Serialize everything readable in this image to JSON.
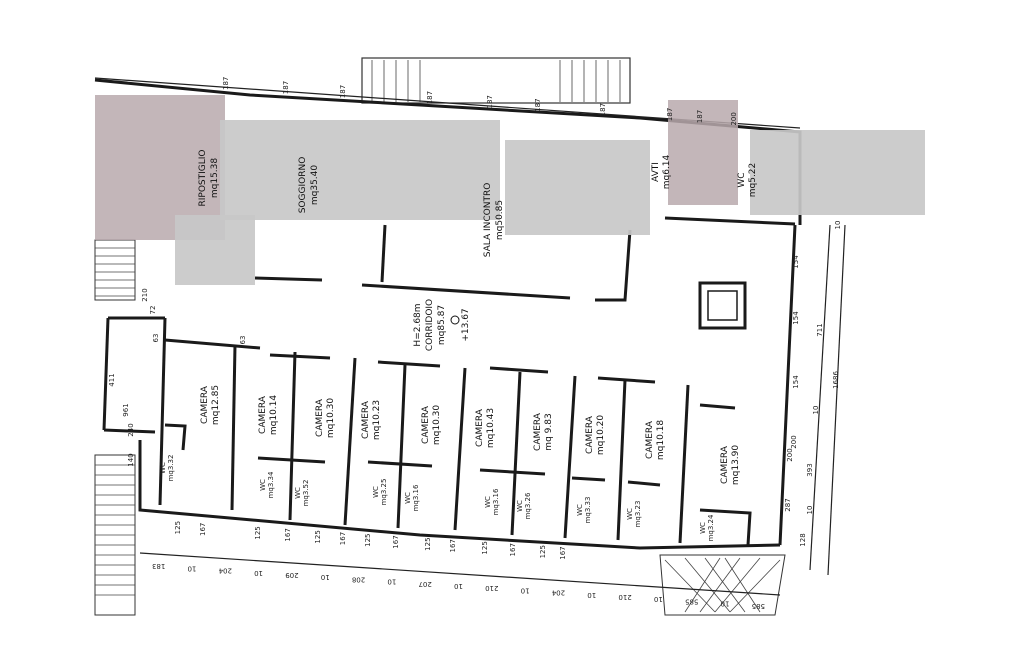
{
  "rooms": {
    "ripostiglio": {
      "name": "RIPOSTIGLIO",
      "area": "mq15.38"
    },
    "soggiorno": {
      "name": "SOGGIORNO",
      "area": "mq35.40"
    },
    "sala_incontro": {
      "name": "SALA INCONTRO",
      "area": "mq50.85"
    },
    "avti": {
      "name": "AVTI",
      "area": "mq6.14"
    },
    "wc_top": {
      "name": "WC",
      "area": "mq5.22"
    },
    "corridoio": {
      "name": "CORRIDOIO",
      "area": "mq85.87",
      "height": "H=2.68m",
      "level": "+13.67"
    },
    "cameras": [
      {
        "name": "CAMERA",
        "area": "mq12.85"
      },
      {
        "name": "CAMERA",
        "area": "mq10.14"
      },
      {
        "name": "CAMERA",
        "area": "mq10.30"
      },
      {
        "name": "CAMERA",
        "area": "mq10.23"
      },
      {
        "name": "CAMERA",
        "area": "mq10.30"
      },
      {
        "name": "CAMERA",
        "area": "mq10.43"
      },
      {
        "name": "CAMERA",
        "area": "mq 9.83"
      },
      {
        "name": "CAMERA",
        "area": "mq10.20"
      },
      {
        "name": "CAMERA",
        "area": "mq10.18"
      },
      {
        "name": "CAMERA",
        "area": "mq13.90"
      }
    ],
    "wcs": [
      {
        "name": "WC",
        "area": "mq3.32"
      },
      {
        "name": "WC",
        "area": "mq3.34"
      },
      {
        "name": "WC",
        "area": "mq3.52"
      },
      {
        "name": "WC",
        "area": "mq3.25"
      },
      {
        "name": "WC",
        "area": "mq3.16"
      },
      {
        "name": "WC",
        "area": "mq3.16"
      },
      {
        "name": "WC",
        "area": "mq3.26"
      },
      {
        "name": "WC",
        "area": "mq3.33"
      },
      {
        "name": "WC",
        "area": "mq3.23"
      },
      {
        "name": "WC",
        "area": "mq3.24"
      }
    ]
  },
  "dimensions": {
    "top": [
      "187",
      "187",
      "187",
      "187",
      "187",
      "187",
      "187",
      "187",
      "187",
      "200"
    ],
    "right": [
      "10",
      "711",
      "1686",
      "10",
      "393",
      "10",
      "128",
      "154",
      "154",
      "154",
      "200",
      "200",
      "287"
    ],
    "bottom": [
      "183",
      "10",
      "204",
      "10",
      "209",
      "10",
      "208",
      "10",
      "207",
      "10",
      "210",
      "10",
      "204",
      "10",
      "210",
      "10",
      "585",
      "10",
      "585"
    ],
    "bottom_small": [
      "125",
      "167",
      "125",
      "167",
      "125",
      "167",
      "125",
      "167",
      "125",
      "167",
      "125",
      "167",
      "125",
      "167"
    ],
    "left": [
      "411",
      "961",
      "210",
      "72",
      "140",
      "240",
      "63",
      "63"
    ]
  }
}
